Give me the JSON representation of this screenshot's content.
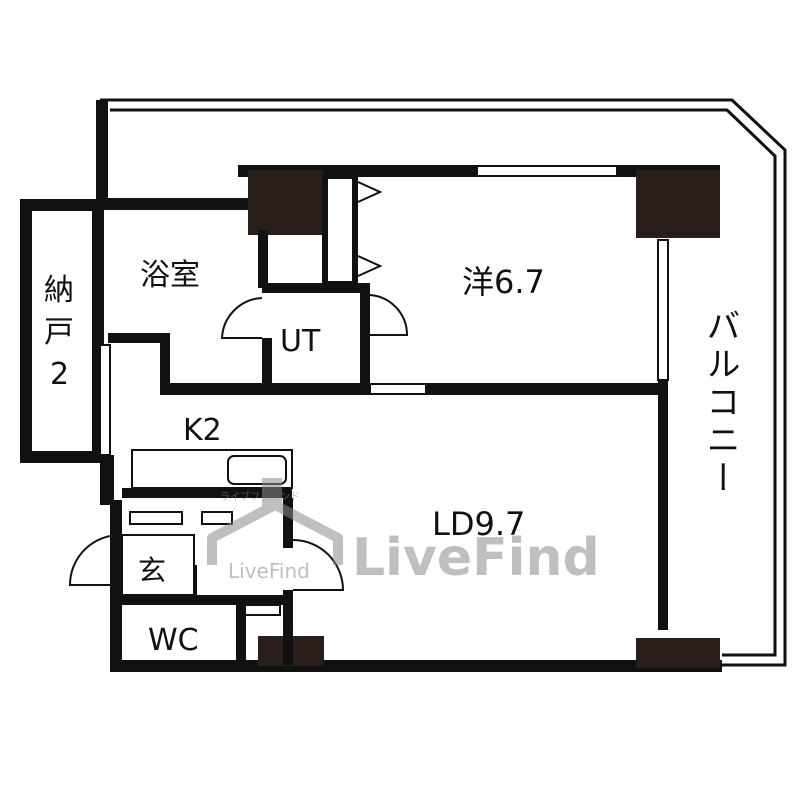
{
  "rooms": {
    "storage": {
      "line1": "納",
      "line2": "戸",
      "line3": "2"
    },
    "bath": "浴室",
    "utility": "UT",
    "western_room": "洋6.7",
    "kitchen": "K2",
    "living_dining": "LD9.7",
    "entrance": "玄",
    "toilet": "WC",
    "balcony": "バルコニー"
  },
  "watermark": {
    "brand": "LiveFind",
    "small_caption": "ライブファインド",
    "inner_text": "LiveFind"
  },
  "colors": {
    "wall": "#111111",
    "pillar": "#2a1e1a",
    "watermark": "#8c8c8c",
    "background": "#ffffff"
  }
}
